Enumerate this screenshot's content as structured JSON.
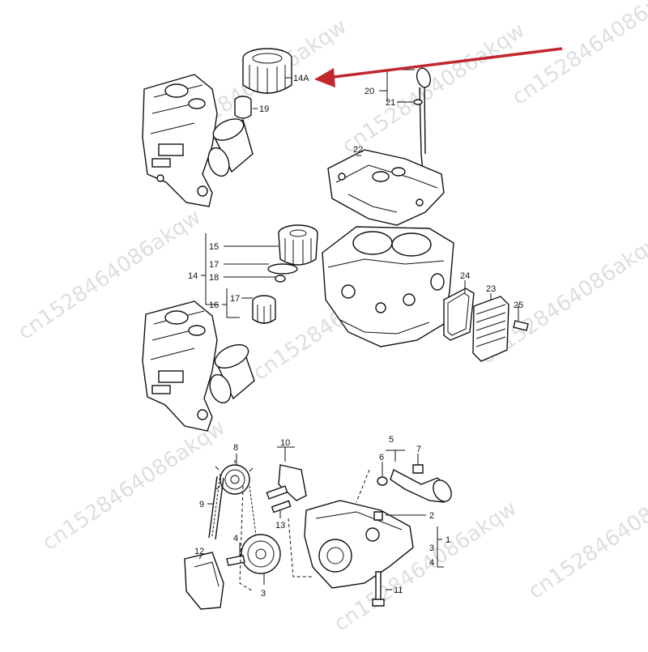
{
  "watermark_text": "cn1528464086akqw",
  "arrow_color": "#c0282d",
  "callouts": {
    "c14A": "14A",
    "c19": "19",
    "c20": "20",
    "c21": "21",
    "c22": "22",
    "c15": "15",
    "c14": "14",
    "c17a": "17",
    "c18": "18",
    "c16": "16",
    "c17b": "17",
    "c24": "24",
    "c23": "23",
    "c25": "25",
    "c8": "8",
    "c10": "10",
    "c5": "5",
    "c7": "7",
    "c6": "6",
    "c9": "9",
    "c13": "13",
    "c2": "2",
    "c1": "1",
    "c4a": "4",
    "c12": "12",
    "c3a": "3",
    "c3b": "3",
    "c4b": "4",
    "c11": "11"
  }
}
